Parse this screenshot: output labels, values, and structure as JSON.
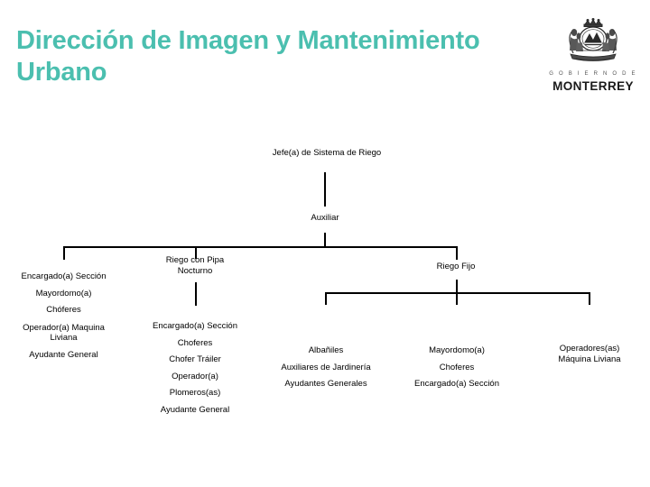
{
  "header": {
    "title": "Dirección de Imagen y Mantenimiento Urbano",
    "title_color": "#4BBFAF",
    "logo": {
      "icon": "monterrey-coat-of-arms",
      "top_text": "G O B I E R N O   D E",
      "name": "MONTERREY"
    }
  },
  "chart_data": {
    "type": "diagram",
    "diagram_type": "organizational-chart",
    "title": "Dirección de Imagen y Mantenimiento Urbano",
    "root": "Jefe(a) de Sistema de Riego",
    "nodes": [
      {
        "id": "jefe",
        "label": "Jefe(a) de Sistema de Riego",
        "level": 0,
        "parent": null
      },
      {
        "id": "auxiliar",
        "label": "Auxiliar",
        "level": 1,
        "parent": "jefe"
      },
      {
        "id": "branch-left",
        "label": "",
        "level": 2,
        "parent": "auxiliar"
      },
      {
        "id": "riego-pipa-nocturno",
        "label": "Riego con Pipa\nNocturno",
        "level": 2,
        "parent": "auxiliar"
      },
      {
        "id": "riego-fijo",
        "label": "Riego Fijo",
        "level": 2,
        "parent": "auxiliar"
      },
      {
        "id": "albaniles-group",
        "label": "",
        "level": 3,
        "parent": "riego-fijo"
      },
      {
        "id": "mayordomo-group",
        "label": "",
        "level": 3,
        "parent": "riego-fijo"
      },
      {
        "id": "operadores-group",
        "label": "",
        "level": 3,
        "parent": "riego-fijo"
      }
    ],
    "roles": {
      "branch_left": [
        "Encargado(a) Sección",
        "Mayordomo(a)",
        "Chóferes",
        "Operador(a) Maquina\nLiviana",
        "Ayudante General"
      ],
      "riego_pipa_nocturno": [
        "Encargado(a) Sección",
        "Choferes",
        "Chofer Tráiler",
        "Operador(a)",
        "Plomeros(as)",
        "Ayudante General"
      ],
      "riego_fijo_col1": [
        "Albañiles",
        "Auxiliares de Jardinería",
        "Ayudantes Generales"
      ],
      "riego_fijo_col2": [
        "Mayordomo(a)",
        "Choferes",
        "Encargado(a) Sección"
      ],
      "riego_fijo_col3": [
        "Operadores(as)\nMáquina Liviana"
      ]
    }
  }
}
